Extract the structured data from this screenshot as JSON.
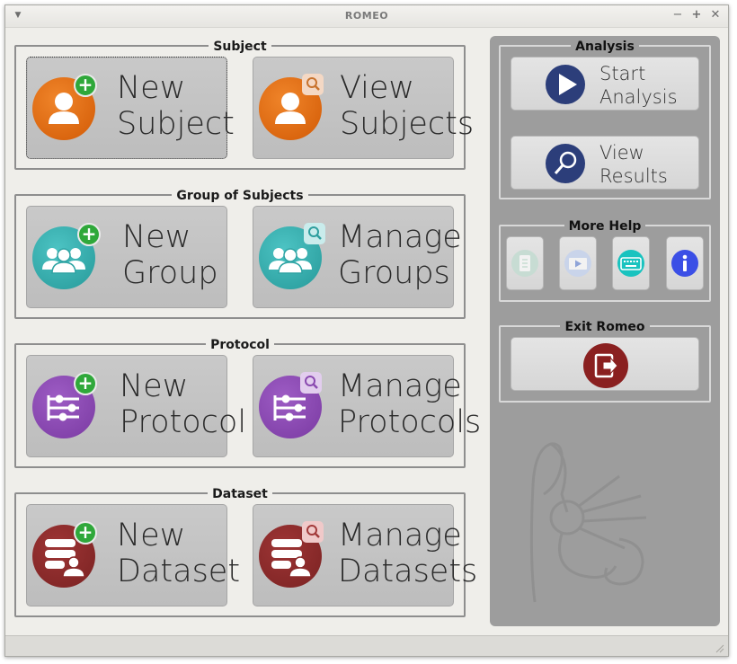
{
  "window": {
    "title": "ROMEO"
  },
  "colors": {
    "subject": "#e2670f",
    "group": "#35a8a8",
    "protocol": "#8a4ab0",
    "dataset": "#8a2a2a",
    "analysis_blue": "#2c3e7a",
    "exit_red": "#8a2020",
    "badge_plus": "#2fa83a"
  },
  "sections": {
    "subject": {
      "title": "Subject",
      "new_label": "New\nSubject",
      "new_line1": "New",
      "new_line2": "Subject",
      "view_line1": "View",
      "view_line2": "Subjects"
    },
    "group": {
      "title": "Group of Subjects",
      "new_line1": "New",
      "new_line2": "Group",
      "manage_line1": "Manage",
      "manage_line2": "Groups"
    },
    "protocol": {
      "title": "Protocol",
      "new_line1": "New",
      "new_line2": "Protocol",
      "manage_line1": "Manage",
      "manage_line2": "Protocols"
    },
    "dataset": {
      "title": "Dataset",
      "new_line1": "New",
      "new_line2": "Dataset",
      "manage_line1": "Manage",
      "manage_line2": "Datasets"
    }
  },
  "analysis": {
    "title": "Analysis",
    "start_line1": "Start",
    "start_line2": "Analysis",
    "results_line1": "View",
    "results_line2": "Results"
  },
  "help": {
    "title": "More Help",
    "icons": [
      "document-icon",
      "video-icon",
      "keyboard-icon",
      "info-icon"
    ]
  },
  "exit": {
    "title": "Exit Romeo"
  }
}
